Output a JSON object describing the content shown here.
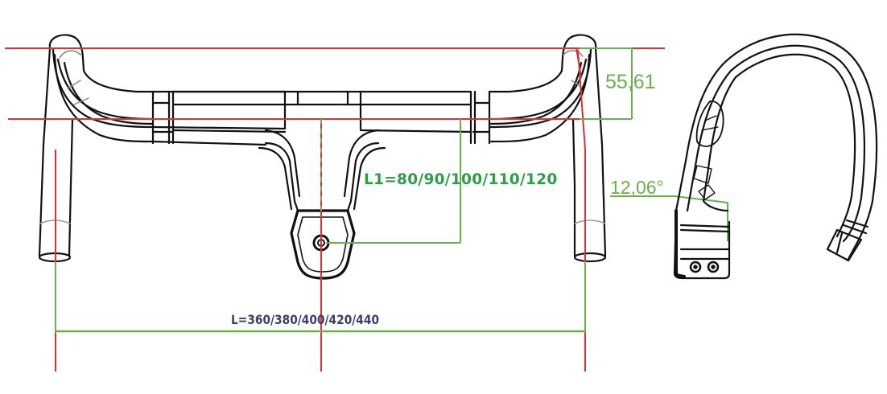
{
  "drawing": {
    "subject": "Integrated road bike handlebar and stem — technical drawing",
    "views": [
      "front-view",
      "side-view"
    ],
    "colors": {
      "outline": "#111111",
      "reference_line": "#d9303a",
      "dimension_line": "#6ab04c",
      "reach_label": "#2e9d4a",
      "width_label": "#3a3e6b"
    }
  },
  "dimensions": {
    "drop_height": {
      "label": "55,61"
    },
    "reach": {
      "label": "L1=80/90/100/110/120"
    },
    "width": {
      "label": "L=360/380/400/420/440"
    },
    "flare_angle": {
      "label": "12,06°"
    }
  }
}
